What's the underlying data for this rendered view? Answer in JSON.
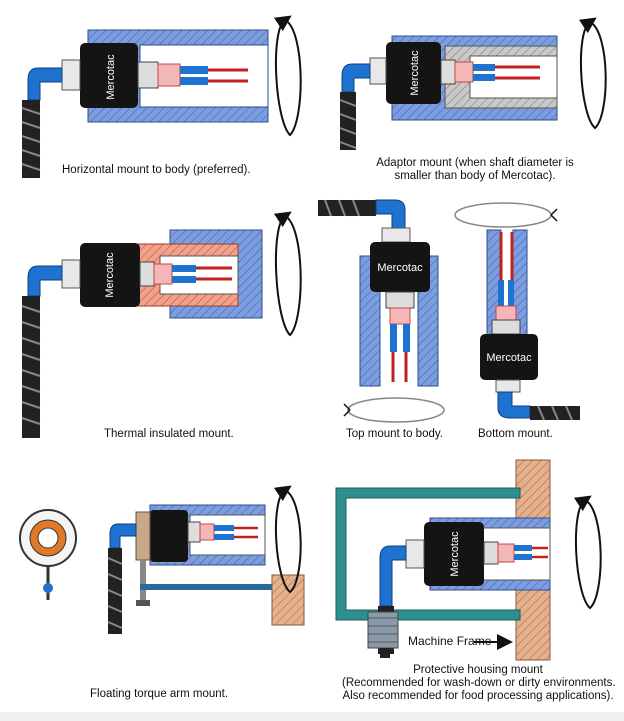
{
  "captions": {
    "horizontal": "Horizontal mount to body (preferred).",
    "adaptor_line1": "Adaptor mount (when shaft diameter is",
    "adaptor_line2": "smaller than body of Mercotac).",
    "thermal": "Thermal insulated mount.",
    "top": "Top mount to body.",
    "bottom": "Bottom mount.",
    "floating": "Floating torque arm mount.",
    "protective_line1": "Protective housing mount",
    "protective_line2": "(Recommended for wash-down or dirty environments.",
    "protective_line3": "Also recommended for food processing applications)."
  },
  "labels": {
    "brand": "Mercotac",
    "machine_frame": "Machine Frame"
  },
  "colors": {
    "shaft_blue": "#6f93d8",
    "connector_blue": "#1e73d0",
    "body_black": "#141414",
    "insulation": "#e8806a",
    "frame_wood": "#d9a07a",
    "housing_teal": "#2e8f8f"
  }
}
